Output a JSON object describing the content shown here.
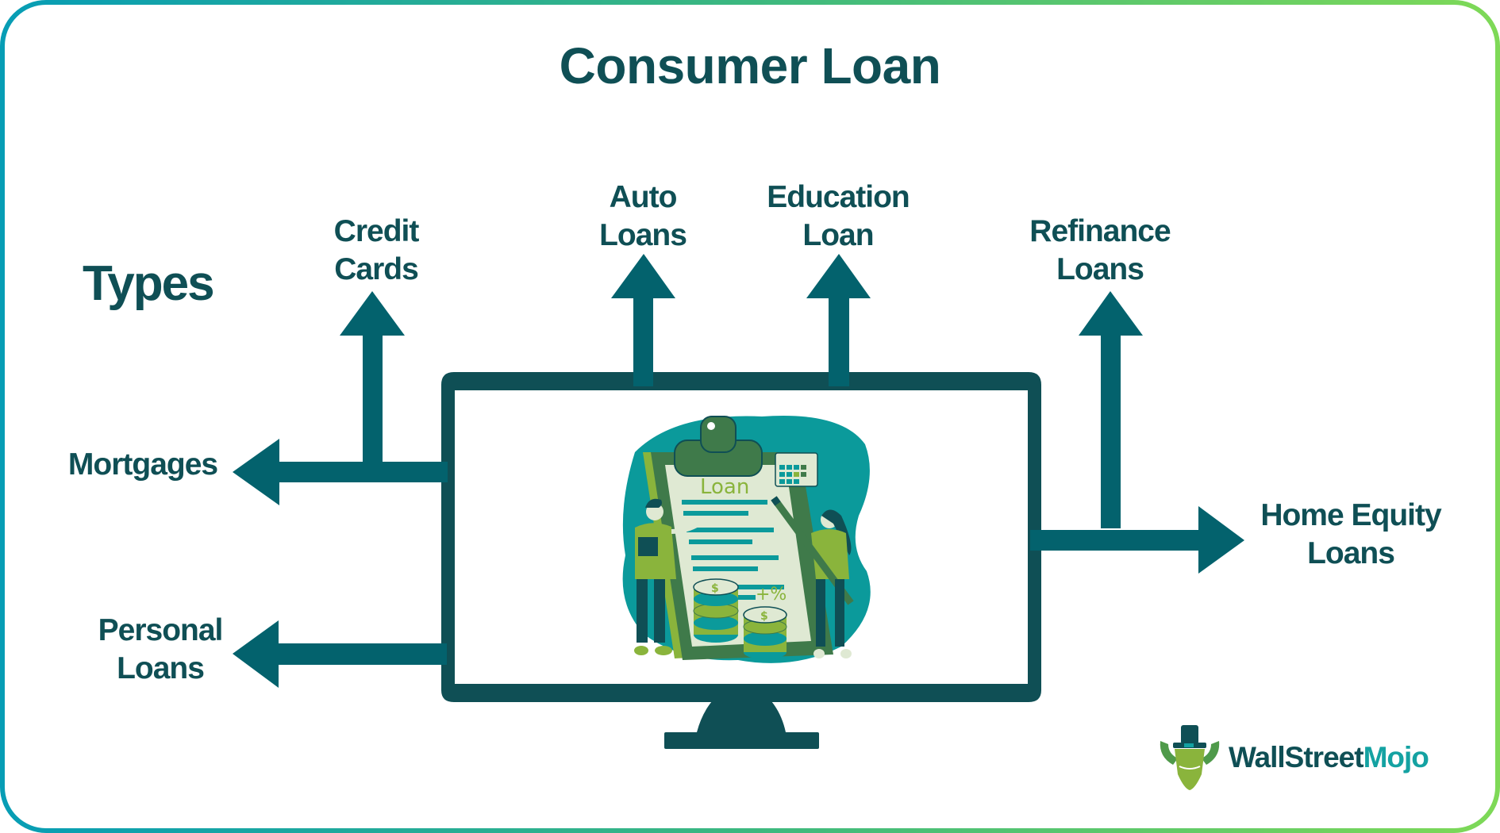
{
  "title": "Consumer Loan",
  "section_label": "Types",
  "types": [
    {
      "id": "credit-cards",
      "lines": [
        "Credit",
        "Cards"
      ],
      "direction": "up"
    },
    {
      "id": "auto-loans",
      "lines": [
        "Auto",
        "Loans"
      ],
      "direction": "up"
    },
    {
      "id": "education-loan",
      "lines": [
        "Education",
        "Loan"
      ],
      "direction": "up"
    },
    {
      "id": "refinance-loans",
      "lines": [
        "Refinance",
        "Loans"
      ],
      "direction": "up"
    },
    {
      "id": "mortgages",
      "lines": [
        "Mortgages"
      ],
      "direction": "left"
    },
    {
      "id": "personal-loans",
      "lines": [
        "Personal",
        "Loans"
      ],
      "direction": "left"
    },
    {
      "id": "home-equity-loans",
      "lines": [
        "Home Equity",
        "Loans"
      ],
      "direction": "right"
    }
  ],
  "illustration": {
    "document_title": "Loan",
    "percent_symbol": "+%",
    "coin_symbol": "$"
  },
  "logo": {
    "part1": "WallStreet",
    "part2": "Mojo"
  },
  "colors": {
    "text_dark": "#0f4f55",
    "arrow": "#03626d",
    "monitor": "#0f4f55",
    "border_start": "#079db5",
    "border_end": "#7ed957",
    "logo_accent": "#14a2a2",
    "illustration_green": "#8ab43c",
    "illustration_teal": "#0b9a9b",
    "illustration_dark_green": "#3f7a4a",
    "paper": "#dfe9d3"
  }
}
